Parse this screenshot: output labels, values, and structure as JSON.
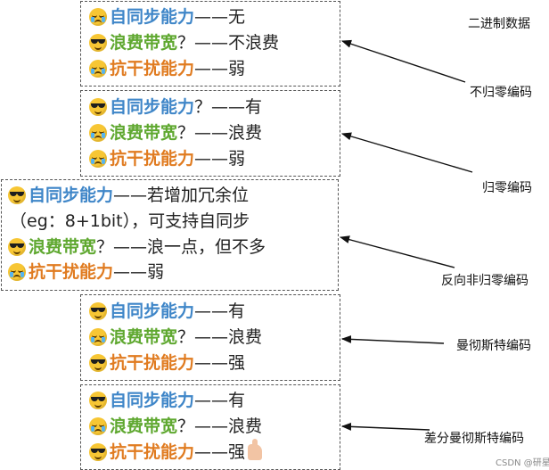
{
  "title": "二进制数据",
  "keywords": {
    "sync": "自同步能力",
    "waste": "浪费带宽",
    "anti": "抗干扰能力"
  },
  "encodings": [
    {
      "name": "不归零编码",
      "rows": [
        {
          "emoji": "crying-face",
          "kw": "自同步能力",
          "kind": "sync",
          "rest": "——无"
        },
        {
          "emoji": "sunglasses-face",
          "kw": "浪费带宽",
          "kind": "waste",
          "rest": "？——不浪费"
        },
        {
          "emoji": "crying-face",
          "kw": "抗干扰能力",
          "kind": "anti",
          "rest": "——弱"
        }
      ]
    },
    {
      "name": "归零编码",
      "rows": [
        {
          "emoji": "sunglasses-face",
          "kw": "自同步能力",
          "kind": "sync",
          "rest": "？——有"
        },
        {
          "emoji": "crying-face",
          "kw": "浪费带宽",
          "kind": "waste",
          "rest": "？——浪费"
        },
        {
          "emoji": "crying-face",
          "kw": "抗干扰能力",
          "kind": "anti",
          "rest": "——弱"
        }
      ]
    },
    {
      "name": "反向非归零编码",
      "rows": [
        {
          "emoji": "sunglasses-face",
          "kw": "自同步能力",
          "kind": "sync",
          "rest": "——若增加冗余位"
        },
        {
          "emoji": "",
          "kw": "",
          "kind": "",
          "rest": "（eg：8+1bit），可支持自同步"
        },
        {
          "emoji": "sunglasses-face",
          "kw": "浪费带宽",
          "kind": "waste",
          "rest": "？——浪一点，但不多"
        },
        {
          "emoji": "crying-face",
          "kw": "抗干扰能力",
          "kind": "anti",
          "rest": "——弱"
        }
      ]
    },
    {
      "name": "曼彻斯特编码",
      "rows": [
        {
          "emoji": "sunglasses-face",
          "kw": "自同步能力",
          "kind": "sync",
          "rest": " ——有"
        },
        {
          "emoji": "crying-face",
          "kw": "浪费带宽",
          "kind": "waste",
          "rest": "？——浪费"
        },
        {
          "emoji": "sunglasses-face",
          "kw": "抗干扰能力",
          "kind": "anti",
          "rest": "——强"
        }
      ]
    },
    {
      "name": "差分曼彻斯特编码",
      "rows": [
        {
          "emoji": "sunglasses-face",
          "kw": "自同步能力",
          "kind": "sync",
          "rest": " ——有"
        },
        {
          "emoji": "crying-face",
          "kw": "浪费带宽",
          "kind": "waste",
          "rest": "？——浪费"
        },
        {
          "emoji": "sunglasses-face",
          "kw": "抗干扰能力",
          "kind": "anti",
          "rest": "——强",
          "thumb": "thumbs-up-icon"
        }
      ]
    }
  ],
  "watermark": "CSDN @研星"
}
